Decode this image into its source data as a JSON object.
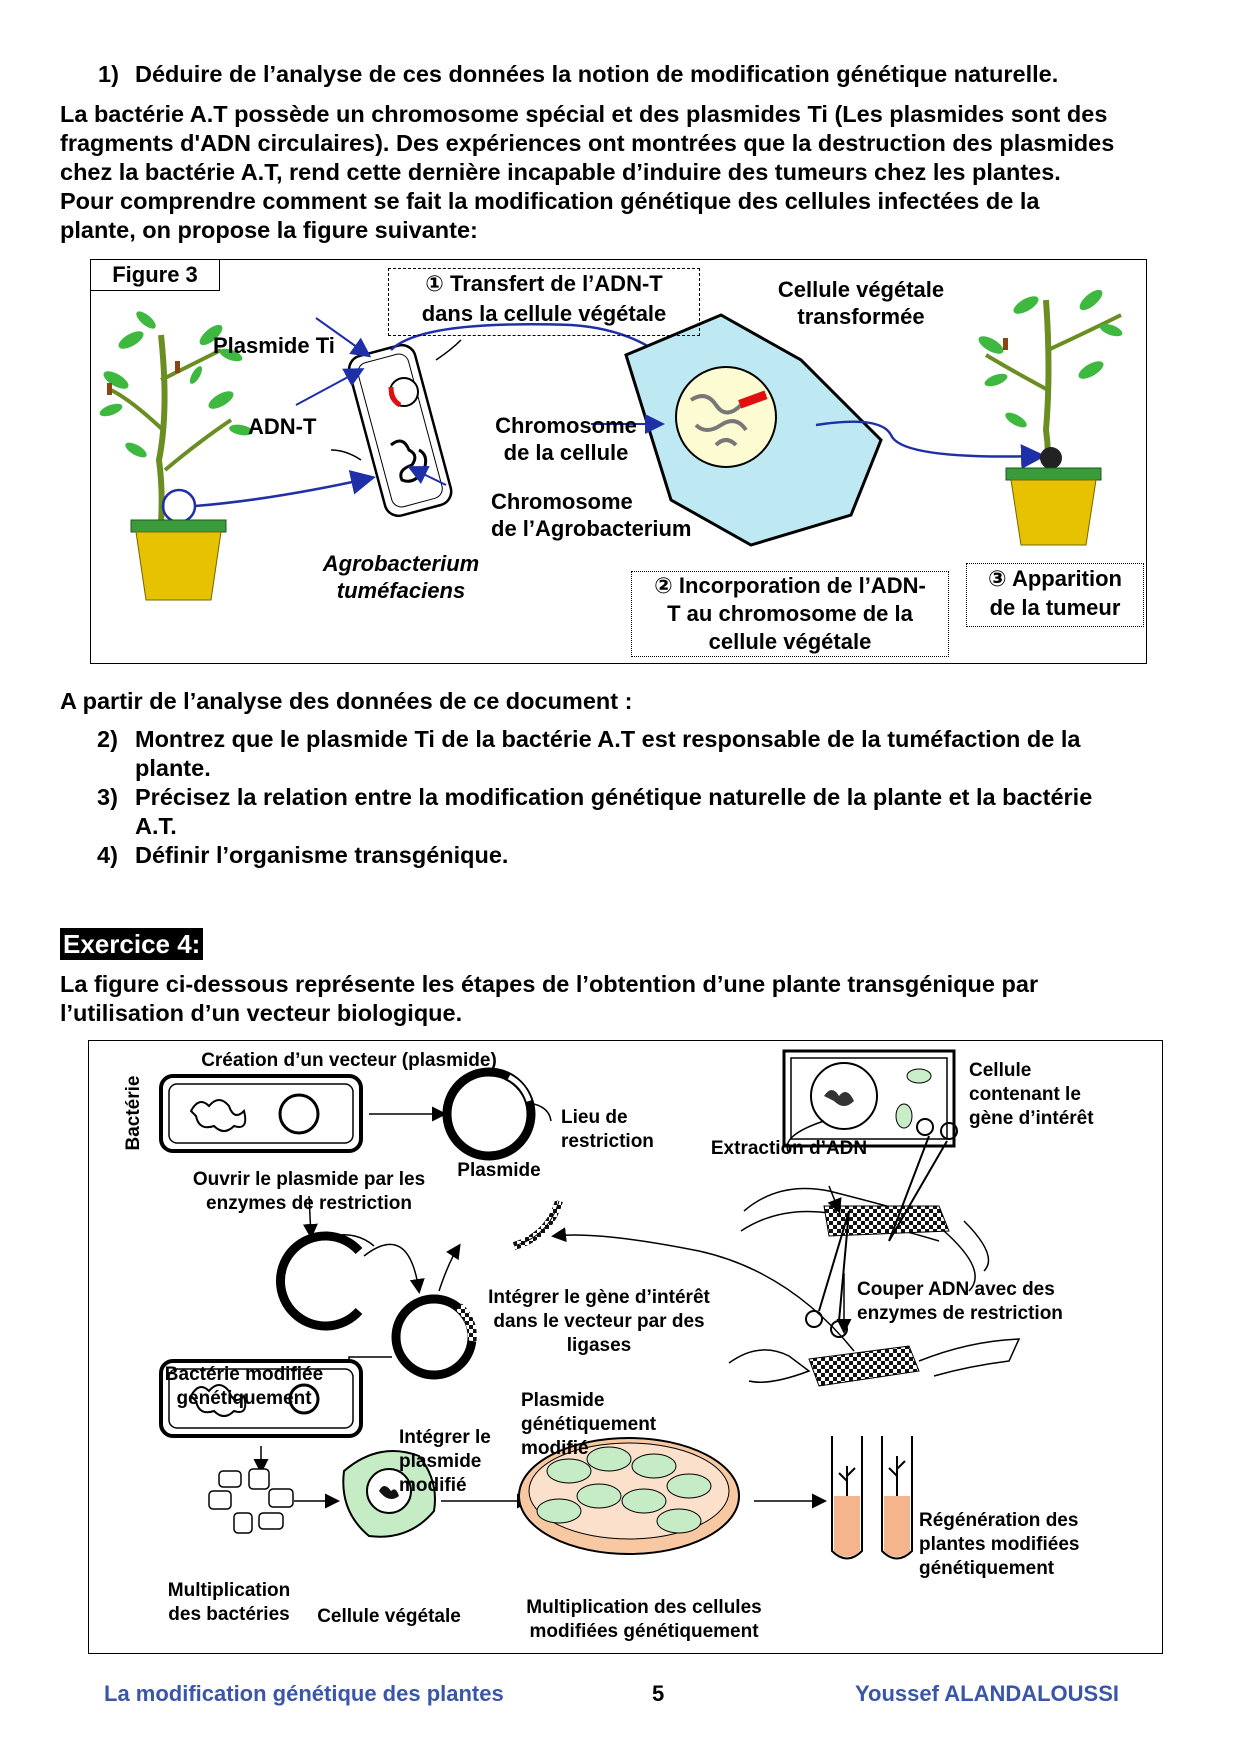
{
  "q1": {
    "num": "1)",
    "text": "Déduire de l’analyse de ces données la notion de modification génétique naturelle."
  },
  "intro": [
    "La bactérie A.T possède un chromosome spécial et des plasmides Ti (Les plasmides sont des",
    "fragments d'ADN circulaires). Des expériences ont montrées que la destruction des plasmides",
    "chez la bactérie A.T, rend cette dernière incapable d’induire des tumeurs chez les plantes.",
    "Pour comprendre comment se fait la modification génétique des cellules infectées de la",
    "plante, on propose la figure suivante:"
  ],
  "figure3": {
    "title": "Figure 3",
    "step1": [
      "① Transfert de l’ADN-T",
      "dans la cellule végétale"
    ],
    "transformed_cell": [
      "Cellule végétale",
      "transformée"
    ],
    "plasmid_ti": "Plasmide Ti",
    "adn_t": "ADN-T",
    "chromosome_cell": [
      "Chromosome",
      "de la cellule"
    ],
    "chromosome_agro": [
      "Chromosome",
      "de l’Agrobacterium"
    ],
    "agro": [
      "Agrobacterium",
      "tuméfaciens"
    ],
    "step2": [
      "② Incorporation de l’ADN-",
      "T au chromosome de la",
      "cellule végétale"
    ],
    "step3": [
      "③ Apparition",
      "de la tumeur"
    ]
  },
  "lead": "A partir de l’analyse des données de ce document :",
  "questions": [
    {
      "num": "2)",
      "lines": [
        "Montrez que le plasmide Ti de la bactérie A.T est responsable de la tuméfaction de la",
        "plante."
      ]
    },
    {
      "num": "3)",
      "lines": [
        "Précisez la relation entre la modification génétique naturelle de la plante et la bactérie",
        "A.T."
      ]
    },
    {
      "num": "4)",
      "lines": [
        "Définir l’organisme transgénique."
      ]
    }
  ],
  "exercise": {
    "title": "Exercice 4:",
    "intro": [
      "La figure ci-dessous représente les étapes de l’obtention d’une plante transgénique par",
      "l’utilisation d’un vecteur biologique."
    ]
  },
  "figure4": {
    "creation": "Création d’un vecteur (plasmide)",
    "bacterie": "Bactérie",
    "lieu": [
      "Lieu de",
      "restriction"
    ],
    "plasmide": "Plasmide",
    "cellule_gene": [
      "Cellule",
      "contenant le",
      "gène d’intérêt"
    ],
    "extraction": "Extraction d’ADN",
    "ouvrir": [
      "Ouvrir le plasmide par les",
      "enzymes de restriction"
    ],
    "integrer_gene": [
      "Intégrer le gène d’intérêt",
      "dans le vecteur par des",
      "ligases"
    ],
    "couper": [
      "Couper ADN avec des",
      "enzymes de restriction"
    ],
    "bacterie_modifiee": [
      "Bactérie modifiée",
      "génétiquement"
    ],
    "plasmide_modifie": [
      "Plasmide",
      "génétiquement",
      "modifié"
    ],
    "integrer_plasmide": [
      "Intégrer le",
      "plasmide",
      "modifié"
    ],
    "multiplication_bact": [
      "Multiplication",
      "des bactéries"
    ],
    "cellule_vegetale": "Cellule végétale",
    "multiplication_cell": [
      "Multiplication des cellules",
      "modifiées génétiquement"
    ],
    "regeneration": [
      "Régénération des",
      "plantes modifiées",
      "génétiquement"
    ]
  },
  "footer": {
    "left": "La modification génétique des plantes",
    "page": "5",
    "right": "Youssef ALANDALOUSSI"
  }
}
